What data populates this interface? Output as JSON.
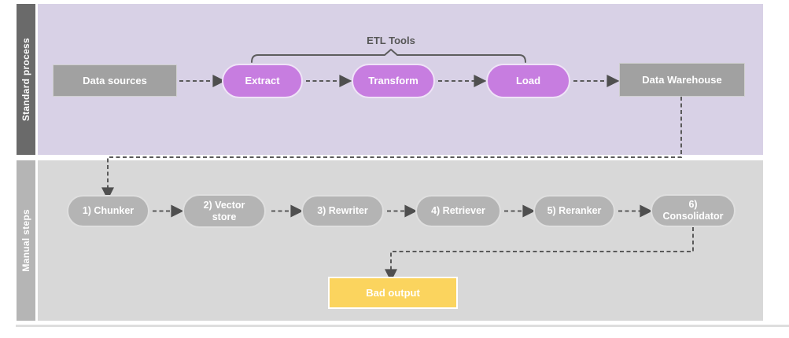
{
  "diagram": {
    "lane_standard": {
      "label": "Standard process",
      "bracket_label": "ETL Tools",
      "nodes": {
        "data_sources": "Data sources",
        "extract": "Extract",
        "transform": "Transform",
        "load": "Load",
        "data_warehouse": "Data Warehouse"
      }
    },
    "lane_manual": {
      "label": "Manual steps",
      "steps": [
        "1) Chunker",
        "2) Vector store",
        "3) Rewriter",
        "4) Retriever",
        "5) Reranker",
        "6) Consolidator"
      ],
      "bad_output": "Bad output"
    },
    "edges": [
      {
        "from": "Data sources",
        "to": "Extract",
        "style": "dashed-arrow"
      },
      {
        "from": "Extract",
        "to": "Transform",
        "style": "dashed-arrow"
      },
      {
        "from": "Transform",
        "to": "Load",
        "style": "dashed-arrow"
      },
      {
        "from": "Load",
        "to": "Data Warehouse",
        "style": "dashed-arrow"
      },
      {
        "from": "Data Warehouse",
        "to": "1) Chunker",
        "style": "dashed-elbow-arrow"
      },
      {
        "from": "1) Chunker",
        "to": "2) Vector store",
        "style": "dashed-arrow"
      },
      {
        "from": "2) Vector store",
        "to": "3) Rewriter",
        "style": "dashed-arrow"
      },
      {
        "from": "3) Rewriter",
        "to": "4) Retriever",
        "style": "dashed-arrow"
      },
      {
        "from": "4) Retriever",
        "to": "5) Reranker",
        "style": "dashed-arrow"
      },
      {
        "from": "5) Reranker",
        "to": "6) Consolidator",
        "style": "dashed-arrow"
      },
      {
        "from": "6) Consolidator",
        "to": "Bad output",
        "style": "dashed-elbow-arrow"
      }
    ],
    "brace_scope": [
      "Extract",
      "Transform",
      "Load"
    ],
    "colors": {
      "lane_standard_bg": "#d8d1e6",
      "lane_standard_bar": "#6a6a6a",
      "lane_manual_bg": "#d8d8d8",
      "lane_manual_bar": "#b5b5b5",
      "etl_pill": "#c77de0",
      "gray_box": "#a1a1a1",
      "gray_pill": "#b4b4b4",
      "bad_output_bg": "#fbd45e",
      "connector": "#5a5a5a",
      "label_text": "#ffffff",
      "bracket_text": "#565656"
    }
  }
}
